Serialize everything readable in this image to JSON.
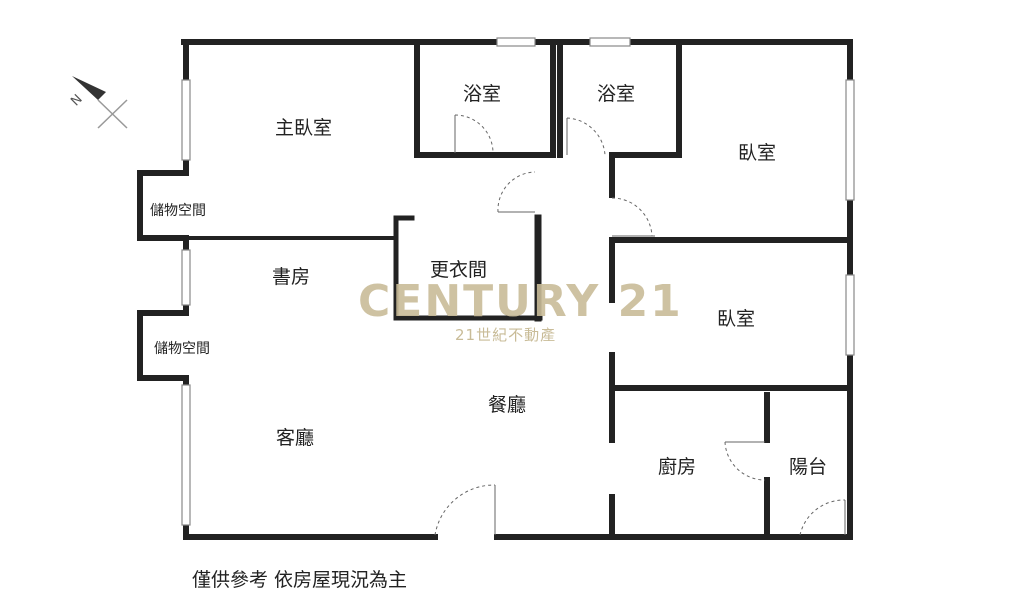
{
  "rooms": {
    "master_bedroom": "主臥室",
    "bath1": "浴室",
    "bath2": "浴室",
    "bedroom1": "臥室",
    "storage1": "儲物空間",
    "study": "書房",
    "closet": "更衣間",
    "bedroom2": "臥室",
    "storage2": "儲物空間",
    "dining": "餐廳",
    "living": "客廳",
    "kitchen": "廚房",
    "balcony": "陽台"
  },
  "watermark": {
    "brand": "CENTURY 21",
    "sub": "21世紀不動產",
    "color": "#c9bc98"
  },
  "compass": {
    "label": "N"
  },
  "note": "僅供參考 依房屋現況為主"
}
